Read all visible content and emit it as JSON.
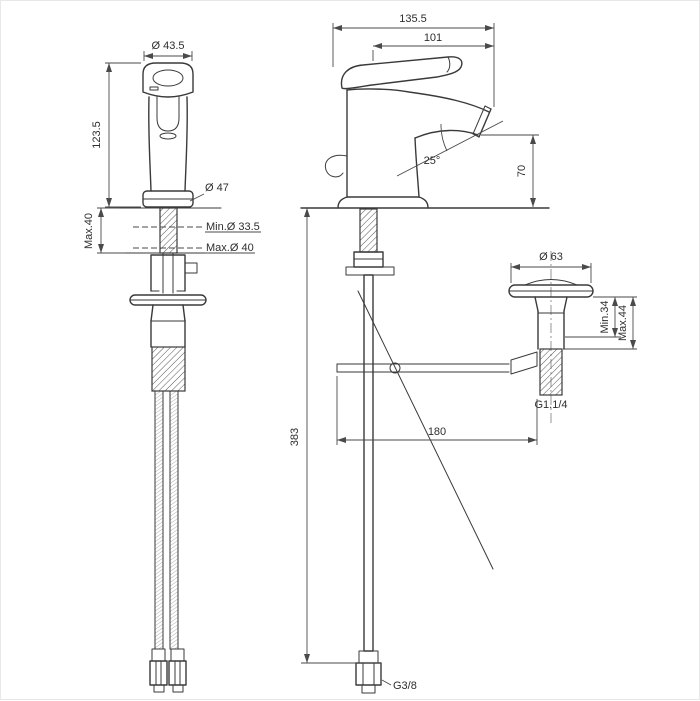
{
  "page": {
    "background": "#ffffff",
    "line_color": "#3a3a3a",
    "drawing_type": "technical dimension drawing",
    "subject": "single-lever basin mixer tap with pop-up waste, front and side views"
  },
  "views": {
    "front": {
      "handle_diameter": "Ø 43.5",
      "body_height": "123.5",
      "base_diameter": "Ø 47",
      "hole_min_diameter": "Min.Ø 33.5",
      "hole_max_diameter": "Max.Ø 40",
      "deck_thickness_max": "Max.40"
    },
    "side": {
      "overall_depth": "135.5",
      "spout_reach": "101",
      "aerator_angle": "25°",
      "spout_height": "70",
      "waste_flange_diameter": "Ø 63",
      "waste_min_depth": "Min.34",
      "waste_max_depth": "Max.44",
      "waste_thread": "G1.1/4",
      "drain_offset": "180",
      "below_deck_height": "383",
      "supply_thread": "G3/8"
    }
  }
}
